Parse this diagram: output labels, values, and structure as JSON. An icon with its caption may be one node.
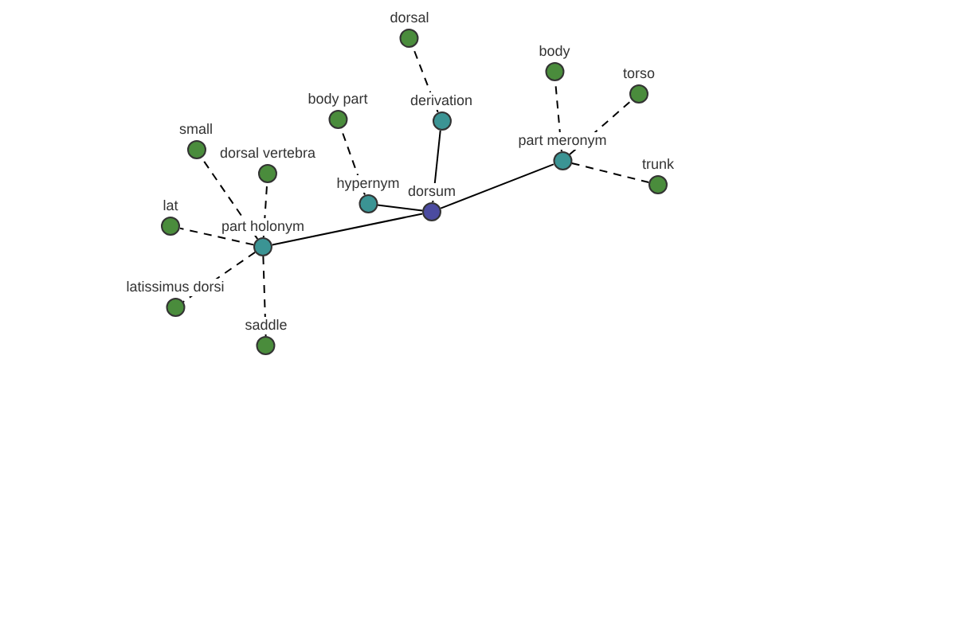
{
  "diagram": {
    "nodes": [
      {
        "text": [
          "dorsum"
        ]
      },
      {
        "text": [
          "hypernym"
        ]
      },
      {
        "text": [
          "derivation"
        ]
      },
      {
        "text": [
          "part meronym"
        ]
      },
      {
        "text": [
          "part holonym"
        ]
      },
      {
        "text": [
          "body part"
        ]
      },
      {
        "text": [
          "dorsal"
        ]
      },
      {
        "text": [
          "body"
        ]
      },
      {
        "text": [
          "torso"
        ]
      },
      {
        "text": [
          "trunk"
        ]
      },
      {
        "text": [
          "small"
        ]
      },
      {
        "text": [
          "dorsal vertebra"
        ]
      },
      {
        "text": [
          "lat"
        ]
      },
      {
        "text": [
          "latissimus dorsi"
        ]
      },
      {
        "text": [
          "saddle"
        ]
      }
    ],
    "edges": [
      {
        "from": 0,
        "to": 1,
        "arrow": "none"
      },
      {
        "from": 0,
        "to": 2,
        "arrow": "none"
      },
      {
        "from": 0,
        "to": 3,
        "arrow": "none"
      },
      {
        "from": 0,
        "to": 4,
        "arrow": "none"
      },
      {
        "from": 1,
        "to": 5,
        "arrow": "none",
        "style": "dashed"
      },
      {
        "from": 2,
        "to": 6,
        "arrow": "none",
        "style": "dashed"
      },
      {
        "from": 3,
        "to": 7,
        "arrow": "none",
        "style": "dashed"
      },
      {
        "from": 3,
        "to": 8,
        "arrow": "none",
        "style": "dashed"
      },
      {
        "from": 3,
        "to": 9,
        "arrow": "none",
        "style": "dashed"
      },
      {
        "from": 4,
        "to": 10,
        "arrow": "none",
        "style": "dashed"
      },
      {
        "from": 4,
        "to": 11,
        "arrow": "none",
        "style": "dashed"
      },
      {
        "from": 4,
        "to": 12,
        "arrow": "none",
        "style": "dashed"
      },
      {
        "from": 4,
        "to": 13,
        "arrow": "none",
        "style": "dashed"
      },
      {
        "from": 4,
        "to": 14,
        "arrow": "none",
        "style": "dashed"
      }
    ]
  }
}
